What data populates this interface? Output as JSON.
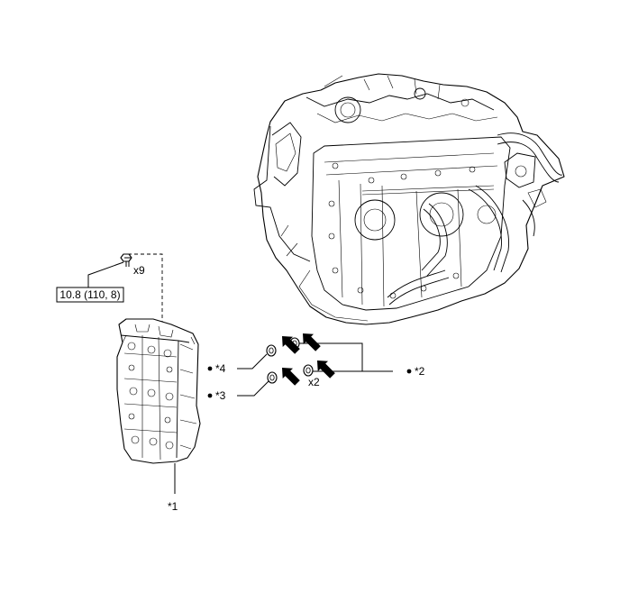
{
  "labels": {
    "bolt_count": "x9",
    "torque": "10.8 (110, 8)",
    "part_1": "*1",
    "part_2": "*2",
    "part_3": "*3",
    "part_4": "*4",
    "o_ring_count": "x2"
  },
  "icons": {
    "bullet": "filled-dot",
    "arrow": "filled-arrow-pointing-down-left"
  }
}
